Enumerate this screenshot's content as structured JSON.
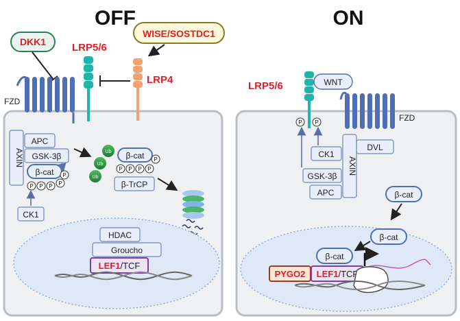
{
  "titles": {
    "off": "OFF",
    "on": "ON"
  },
  "off": {
    "dkk1": "DKK1",
    "wise": "WISE/SOSTDC1",
    "lrp56": "LRP5/6",
    "lrp4": "LRP4",
    "fzd": "FZD",
    "axin": "AXIN",
    "apc": "APC",
    "gsk3b": "GSK-3β",
    "bcat": "β-cat",
    "ck1": "CK1",
    "bcat_ub": "β-cat",
    "btrcp": "β-TrCP",
    "ub": "Ub",
    "p": "P",
    "hdac": "HDAC",
    "groucho": "Groucho",
    "lef1": "LEF1",
    "tcf": "/TCF"
  },
  "on": {
    "lrp56": "LRP5/6",
    "wnt": "WNT",
    "fzd": "FZD",
    "dvl": "DVL",
    "axin": "AXIN",
    "ck1": "CK1",
    "gsk3b": "GSK-3β",
    "apc": "APC",
    "bcat1": "β-cat",
    "bcat2": "β-cat",
    "bcat3": "β-cat",
    "pygo2": "PYGO2",
    "lef1": "LEF1",
    "tcf": "/TCF",
    "p": "P"
  },
  "colors": {
    "receptor_blue": "#4e6fb3",
    "lrp56_teal": "#1fb5ad",
    "lrp4_orange": "#f3a173",
    "label_red": "#e31e24",
    "ub_green": "#2e9a45"
  }
}
